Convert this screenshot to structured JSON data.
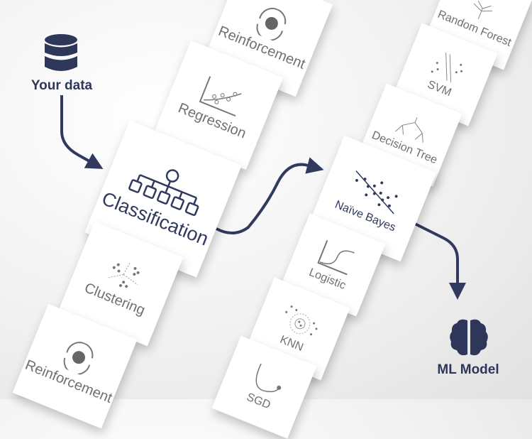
{
  "colors": {
    "primary": "#313a5e",
    "card_text": "#707070"
  },
  "input": {
    "label": "Your data",
    "icon": "database-icon"
  },
  "output": {
    "label": "ML Model",
    "icon": "brain-icon"
  },
  "task_column": [
    {
      "label": "Reinforcement",
      "icon": "brain-cycle-icon"
    },
    {
      "label": "Regression",
      "icon": "scatter-regression-icon"
    },
    {
      "label": "Classification",
      "icon": "hierarchy-icon"
    },
    {
      "label": "Clustering",
      "icon": "clusters-icon"
    },
    {
      "label": "Reinforcement",
      "icon": "brain-cycle-icon"
    }
  ],
  "algorithm_column": [
    {
      "label": "Random Forest",
      "icon": "tree-icon"
    },
    {
      "label": "SVM",
      "icon": "svm-icon"
    },
    {
      "label": "Decision Tree",
      "icon": "decision-tree-icon"
    },
    {
      "label": "Naïve Bayes",
      "icon": "scatter-icon"
    },
    {
      "label": "Logistic",
      "icon": "sigmoid-icon"
    },
    {
      "label": "KNN",
      "icon": "knn-icon"
    },
    {
      "label": "SGD",
      "icon": "gradient-curve-icon"
    }
  ]
}
